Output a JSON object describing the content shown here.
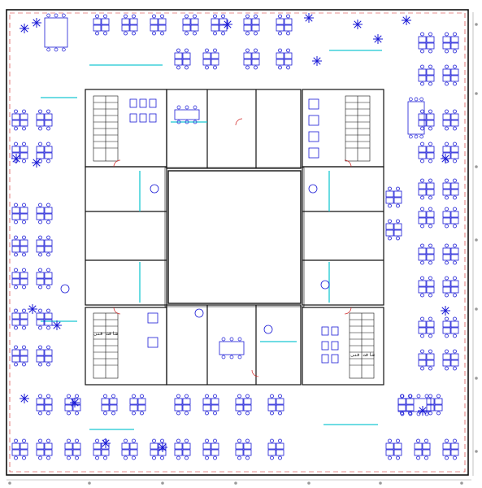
{
  "colors": {
    "wall": "#111111",
    "furniture": "#1a1ad6",
    "glass": "#19c8d2",
    "grid": "#9a9a9a",
    "accent": "#d02020"
  },
  "icons": [
    "desk-cluster",
    "chair",
    "plant",
    "door-swing",
    "stair",
    "toilet-fixture",
    "table-round"
  ],
  "labels": {
    "stair_a": "شافت فنى",
    "stair_b": "شافت فنى"
  }
}
